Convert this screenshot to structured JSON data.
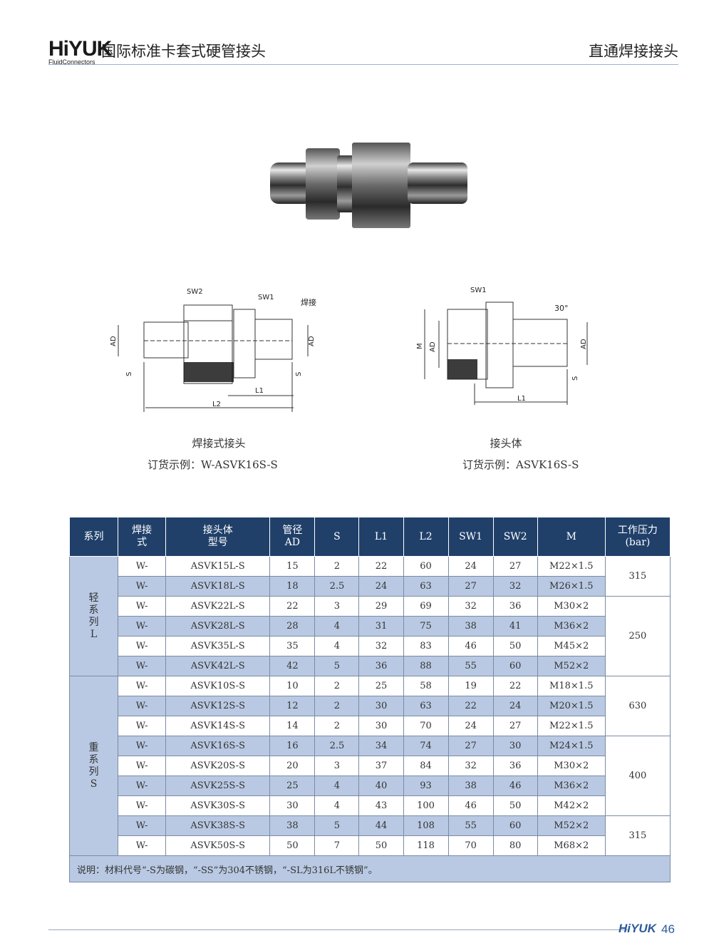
{
  "header": {
    "logo_text": "HiYUK",
    "logo_sub": "FluidConnectors",
    "left_title": "国际标准卡套式硬管接头",
    "right_title": "直通焊接接头"
  },
  "drawing_labels": {
    "sw1": "SW1",
    "sw2": "SW2",
    "weld": "焊接",
    "ad": "AD",
    "s": "S",
    "l1": "L1",
    "l2": "L2",
    "m": "M",
    "angle": "30°"
  },
  "captions": {
    "left_title": "焊接式接头",
    "left_order": "订货示例：W-ASVK16S-S",
    "right_title": "接头体",
    "right_order": "订货示例：ASVK16S-S"
  },
  "table": {
    "headers": [
      "系列",
      "焊接\n式",
      "接头体\n型号",
      "管径\nAD",
      "S",
      "L1",
      "L2",
      "SW1",
      "SW2",
      "M",
      "工作压力\n(bar)"
    ],
    "series_light": "轻\n系\n列\nL",
    "series_heavy": "重\n系\n列\nS",
    "rows": [
      [
        "W-",
        "ASVK15L-S",
        "15",
        "2",
        "22",
        "60",
        "24",
        "27",
        "M22×1.5"
      ],
      [
        "W-",
        "ASVK18L-S",
        "18",
        "2.5",
        "24",
        "63",
        "27",
        "32",
        "M26×1.5"
      ],
      [
        "W-",
        "ASVK22L-S",
        "22",
        "3",
        "29",
        "69",
        "32",
        "36",
        "M30×2"
      ],
      [
        "W-",
        "ASVK28L-S",
        "28",
        "4",
        "31",
        "75",
        "38",
        "41",
        "M36×2"
      ],
      [
        "W-",
        "ASVK35L-S",
        "35",
        "4",
        "32",
        "83",
        "46",
        "50",
        "M45×2"
      ],
      [
        "W-",
        "ASVK42L-S",
        "42",
        "5",
        "36",
        "88",
        "55",
        "60",
        "M52×2"
      ],
      [
        "W-",
        "ASVK10S-S",
        "10",
        "2",
        "25",
        "58",
        "19",
        "22",
        "M18×1.5"
      ],
      [
        "W-",
        "ASVK12S-S",
        "12",
        "2",
        "30",
        "63",
        "22",
        "24",
        "M20×1.5"
      ],
      [
        "W-",
        "ASVK14S-S",
        "14",
        "2",
        "30",
        "70",
        "24",
        "27",
        "M22×1.5"
      ],
      [
        "W-",
        "ASVK16S-S",
        "16",
        "2.5",
        "34",
        "74",
        "27",
        "30",
        "M24×1.5"
      ],
      [
        "W-",
        "ASVK20S-S",
        "20",
        "3",
        "37",
        "84",
        "32",
        "36",
        "M30×2"
      ],
      [
        "W-",
        "ASVK25S-S",
        "25",
        "4",
        "40",
        "93",
        "38",
        "46",
        "M36×2"
      ],
      [
        "W-",
        "ASVK30S-S",
        "30",
        "4",
        "43",
        "100",
        "46",
        "50",
        "M42×2"
      ],
      [
        "W-",
        "ASVK38S-S",
        "38",
        "5",
        "44",
        "108",
        "55",
        "60",
        "M52×2"
      ],
      [
        "W-",
        "ASVK50S-S",
        "50",
        "7",
        "50",
        "118",
        "70",
        "80",
        "M68×2"
      ]
    ],
    "pressures": [
      "315",
      "250",
      "630",
      "400",
      "315"
    ],
    "note": "说明：材料代号“-S为碳钢，“-SS”为304不锈钢，“-SL为316L不锈钢”。"
  },
  "footer": {
    "logo_text": "HiYUK",
    "page_number": "46"
  }
}
